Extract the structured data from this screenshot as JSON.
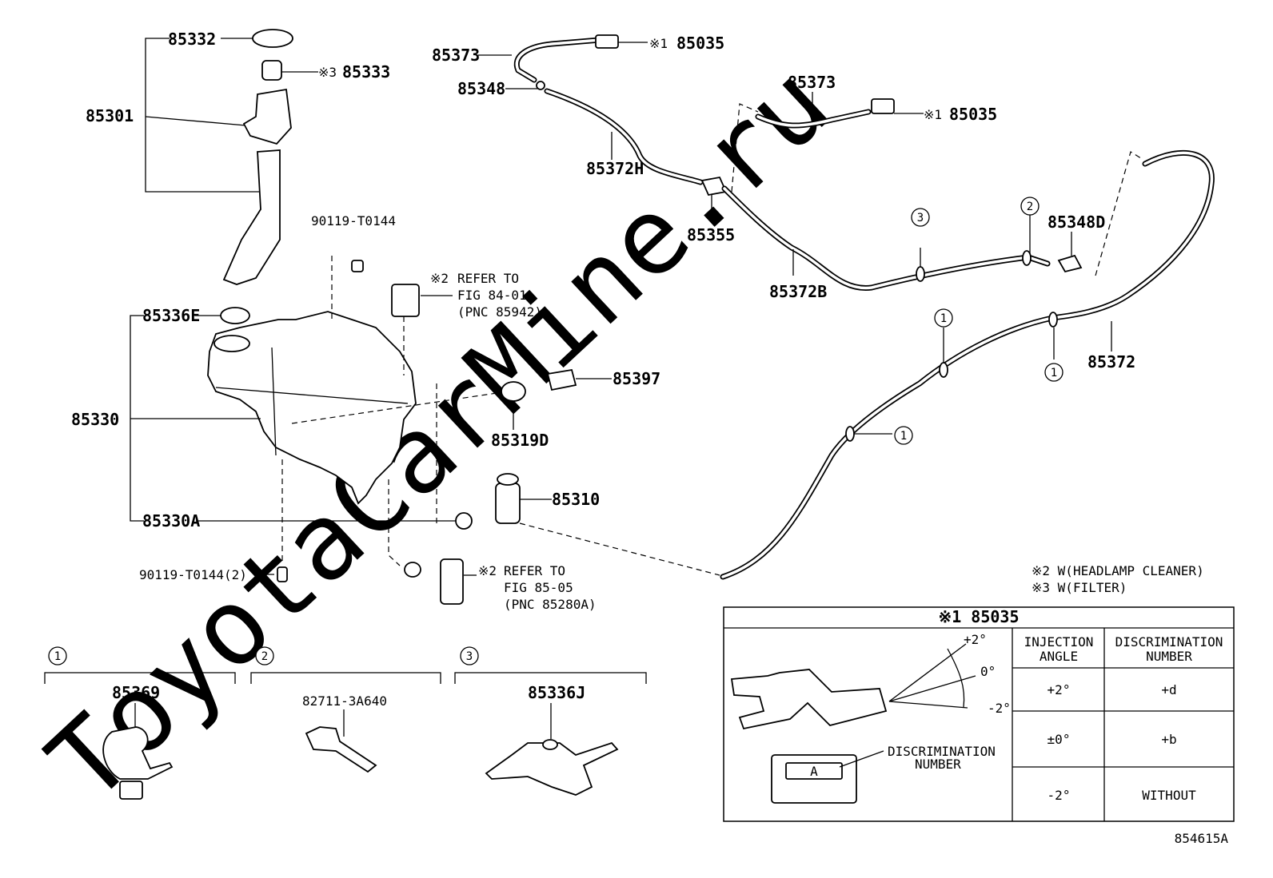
{
  "watermark": "ToyotaCarMine.ru",
  "figure_code": "854615A",
  "labels": {
    "p85332": "85332",
    "p85333": "85333",
    "p85301": "85301",
    "p90119a": "90119-T0144",
    "p85336E": "85336E",
    "p85330": "85330",
    "p85330A": "85330A",
    "p90119b": "90119-T0144(2)",
    "p85397": "85397",
    "p85319D": "85319D",
    "p85310": "85310",
    "p85373a": "85373",
    "p85035a": "85035",
    "p85348": "85348",
    "p85372H": "85372H",
    "p85355": "85355",
    "p85373b": "85373",
    "p85035b": "85035",
    "p85372B": "85372B",
    "p85348D": "85348D",
    "p85372": "85372",
    "p85369": "85369",
    "p82711": "82711-3A640",
    "p85336J": "85336J"
  },
  "marks": {
    "m1": "※1",
    "m2": "※2",
    "m3": "※3"
  },
  "refer1": {
    "line1": "REFER TO",
    "line2": "FIG 84-01",
    "line3": "(PNC 85942)"
  },
  "refer2": {
    "line1": "REFER TO",
    "line2": "FIG 85-05",
    "line3": "(PNC 85280A)"
  },
  "legend": {
    "line1": "※2 W(HEADLAMP CLEANER)",
    "line2": "※3 W(FILTER)"
  },
  "callouts": {
    "c1": "1",
    "c2": "2",
    "c3": "3"
  },
  "detail_table": {
    "title": "※1 85035",
    "angle_plus": "+2°",
    "angle_zero": "0°",
    "angle_minus": "-2°",
    "disc_label_1": "DISCRIMINATION",
    "disc_label_2": "NUMBER",
    "chip_text": "A",
    "headers": {
      "angle_1": "INJECTION",
      "angle_2": "ANGLE",
      "disc_1": "DISCRIMINATION",
      "disc_2": "NUMBER"
    },
    "rows": [
      {
        "angle": "+2°",
        "disc": "+d"
      },
      {
        "angle": "±0°",
        "disc": "+b"
      },
      {
        "angle": "-2°",
        "disc": "WITHOUT"
      }
    ]
  }
}
